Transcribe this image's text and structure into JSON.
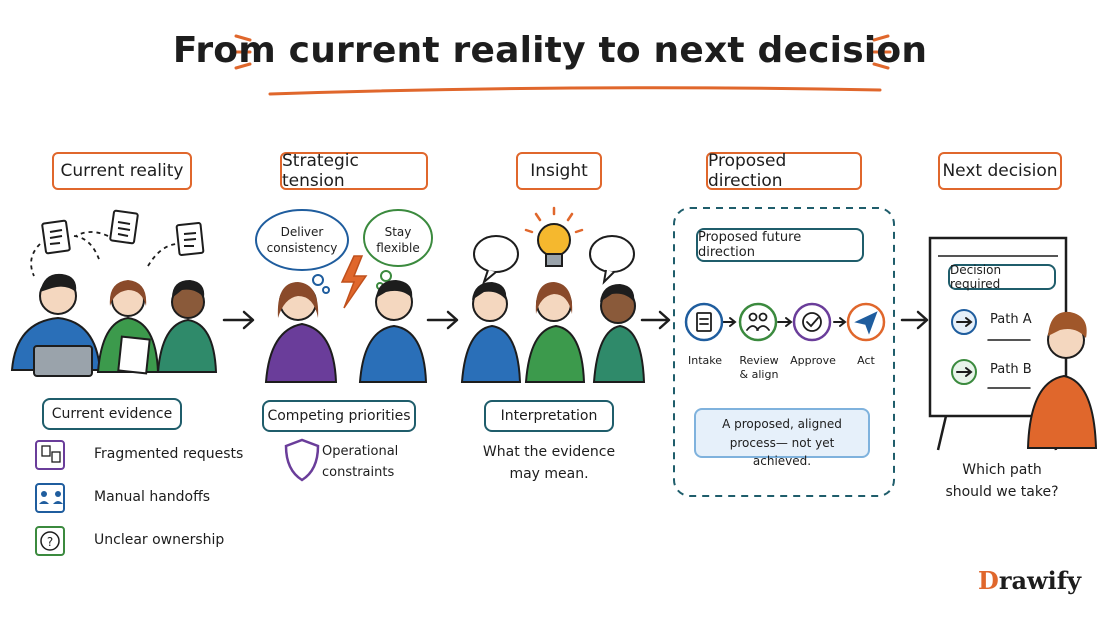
{
  "title": "From current reality to next decision",
  "stages": [
    {
      "label": "Current reality"
    },
    {
      "label": "Strategic tension"
    },
    {
      "label": "Insight"
    },
    {
      "label": "Proposed direction"
    },
    {
      "label": "Next decision"
    }
  ],
  "current_reality": {
    "evidence_label": "Current evidence",
    "items": [
      {
        "label": "Fragmented requests",
        "icon": "scattered-documents-icon"
      },
      {
        "label": "Manual handoffs",
        "icon": "handoff-icon"
      },
      {
        "label": "Unclear ownership",
        "icon": "question-mark-icon"
      }
    ]
  },
  "strategic_tension": {
    "bubble_left": "Deliver consistency",
    "bubble_right": "Stay flexible",
    "priorities_label": "Competing priorities",
    "constraint_label": "Operational constraints"
  },
  "insight": {
    "label": "Interpretation",
    "caption": "What the evidence may mean."
  },
  "proposed_direction": {
    "heading": "Proposed future direction",
    "steps": [
      {
        "label": "Intake",
        "color": "#1f5d9e"
      },
      {
        "label": "Review & align",
        "color": "#3b8a3e"
      },
      {
        "label": "Approve",
        "color": "#6a3d9a"
      },
      {
        "label": "Act",
        "color": "#e0672c"
      }
    ],
    "note": "A proposed, aligned process— not yet achieved."
  },
  "next_decision": {
    "board_title": "Decision required",
    "paths": [
      "Path A",
      "Path B"
    ],
    "question": "Which path should we take?"
  },
  "brand": "Drawify",
  "colors": {
    "accent": "#e0672c",
    "teal": "#1f5d6b",
    "blue": "#1f5d9e",
    "green": "#3b8a3e",
    "purple": "#6a3d9a"
  }
}
